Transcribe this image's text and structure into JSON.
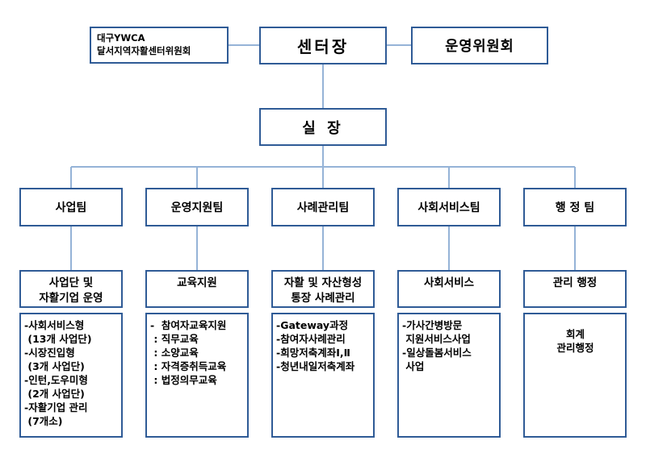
{
  "colors": {
    "box_border": "#2f5b96",
    "connector": "#95b3d7",
    "text": "#000000",
    "background": "#ffffff"
  },
  "org": {
    "committee": "대구YWCA\n달서지역자활센터위원회",
    "director": "센터장",
    "steering_committee": "운영위원회",
    "manager": "실 장",
    "teams": [
      {
        "name": "사업팀",
        "dept_title": "사업단 및\n자활기업 운영",
        "dept_body": "-사회서비스형\n (13개 사업단)\n-시장진입형\n (3개 사업단)\n-인턴,도우미형\n (2개 사업단)\n-자활기업 관리\n (7개소)"
      },
      {
        "name": "운영지원팀",
        "dept_title": "교육지원",
        "dept_body": "-  참여자교육지원\n : 직무교육\n : 소양교육\n : 자격증취득교육\n : 법정의무교육"
      },
      {
        "name": "사례관리팀",
        "dept_title": "자활 및 자산형성\n통장 사례관리",
        "dept_body": "-Gateway과정\n-참여자사례관리\n-희망저축계좌Ⅰ,Ⅱ\n-청년내일저축계좌"
      },
      {
        "name": "사회서비스팀",
        "dept_title": "사회서비스",
        "dept_body": "-가사간병방문\n 지원서비스사업\n-일상돌봄서비스\n 사업"
      },
      {
        "name": "행 정 팀",
        "dept_title": "관리 행정",
        "dept_body": "회계\n관리행정"
      }
    ]
  }
}
